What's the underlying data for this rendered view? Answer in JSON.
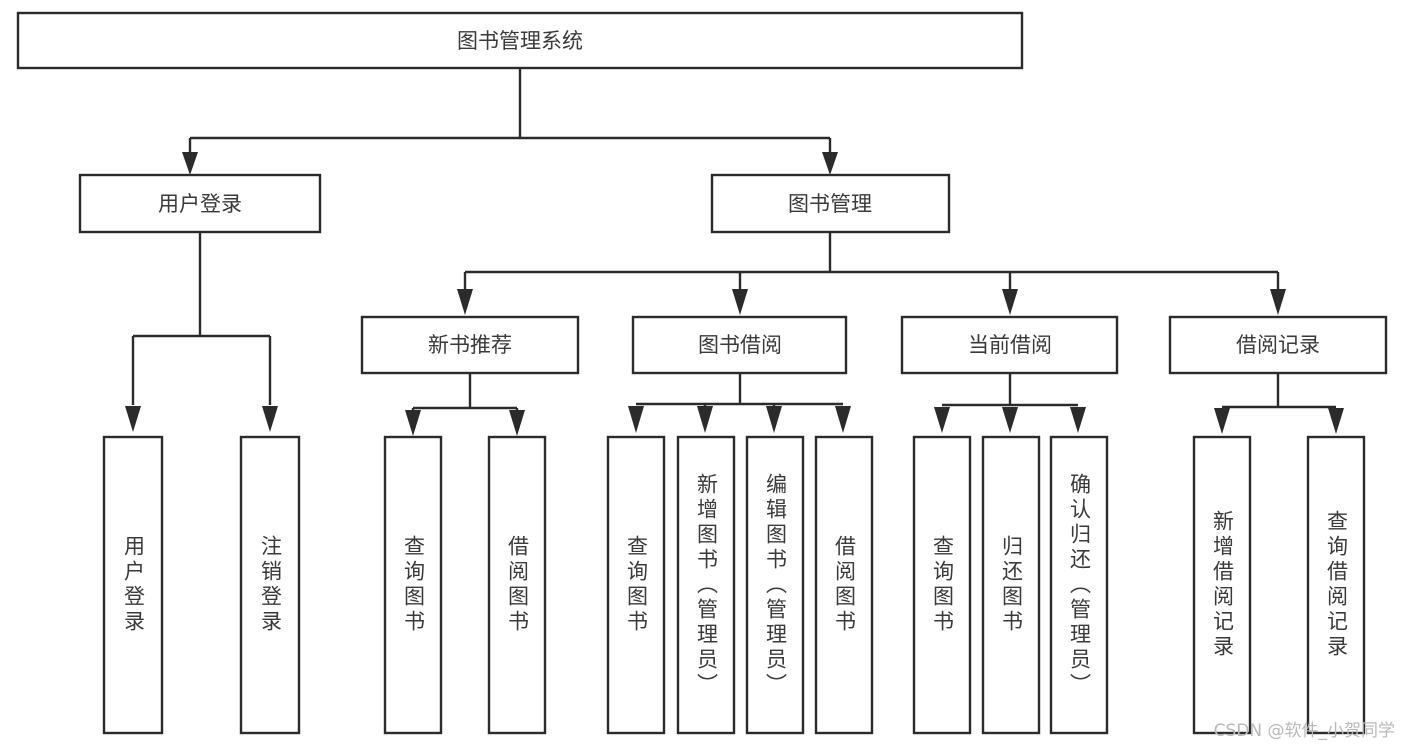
{
  "diagram": {
    "type": "tree",
    "title": "图书管理系统",
    "watermark": "CSDN @软件_小贺同学",
    "colors": {
      "background": "#ffffff",
      "stroke": "#2b2b2b",
      "text": "#3a3a3a",
      "watermark": "#b9b9b9"
    },
    "root": {
      "label": "图书管理系统"
    },
    "level2": [
      {
        "label": "用户登录"
      },
      {
        "label": "图书管理"
      }
    ],
    "level3": [
      {
        "label": "新书推荐"
      },
      {
        "label": "图书借阅"
      },
      {
        "label": "当前借阅"
      },
      {
        "label": "借阅记录"
      }
    ],
    "leaves": {
      "user_login": [
        {
          "label": "用户登录"
        },
        {
          "label": "注销登录"
        }
      ],
      "new_book_recommend": [
        {
          "label": "查询图书"
        },
        {
          "label": "借阅图书"
        }
      ],
      "book_borrow": [
        {
          "label": "查询图书"
        },
        {
          "label": "新增图书（管理员）"
        },
        {
          "label": "编辑图书（管理员）"
        },
        {
          "label": "借阅图书"
        }
      ],
      "current_borrow": [
        {
          "label": "查询图书"
        },
        {
          "label": "归还图书"
        },
        {
          "label": "确认归还（管理员）"
        }
      ],
      "borrow_records": [
        {
          "label": "新增借阅记录"
        },
        {
          "label": "查询借阅记录"
        }
      ]
    }
  }
}
